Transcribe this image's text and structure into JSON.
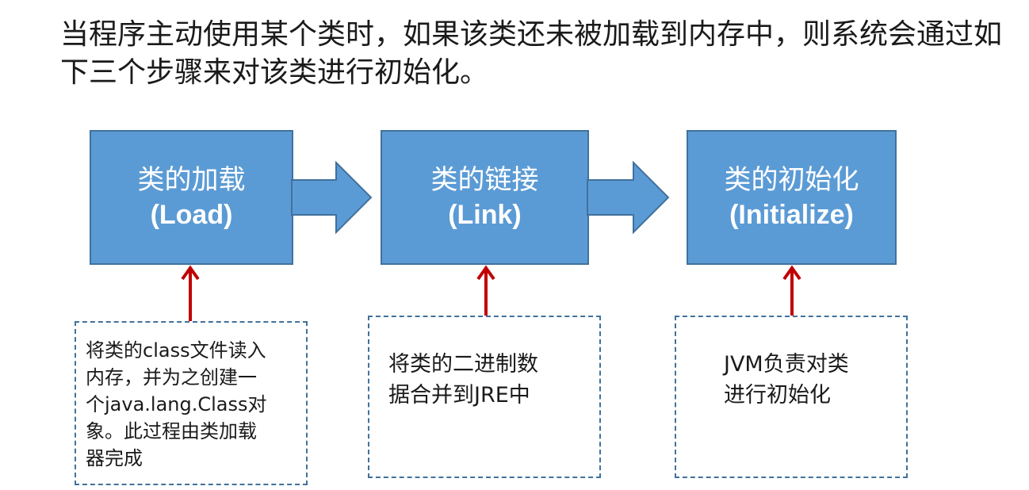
{
  "headline": "当程序主动使用某个类时，如果该类还未被加载到内存中，则系统会通过如下三个步骤来对该类进行初始化。",
  "stages": [
    {
      "title": "类的加载",
      "subtitle": "(Load)"
    },
    {
      "title": "类的链接",
      "subtitle": "(Link)"
    },
    {
      "title": "类的初始化",
      "subtitle": "(Initialize)"
    }
  ],
  "notes": [
    {
      "text": "将类的class文件读入\n内存，并为之创建一\n个java.lang.Class对\n象。此过程由类加载\n器完成"
    },
    {
      "text": "将类的二进制数\n据合并到JRE中"
    },
    {
      "text": "JVM负责对类\n进行初始化"
    }
  ],
  "colors": {
    "stage_fill": "#5b9bd5",
    "stage_border": "#41719c",
    "pointer_arrow": "#c00000",
    "note_border": "#41719c"
  }
}
